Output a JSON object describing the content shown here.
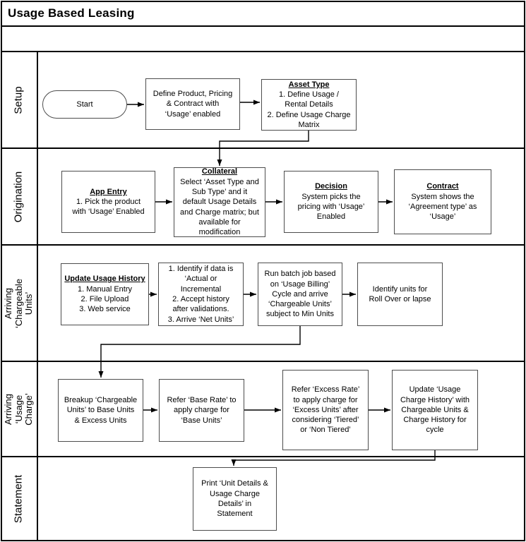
{
  "title": "Usage Based Leasing",
  "colors": {
    "background": "#ffffff",
    "table_border": "#000000",
    "node_border": "#4d4d4d",
    "connector": "#000000",
    "text": "#000000"
  },
  "lanes": [
    {
      "id": "setup",
      "label_lines": [
        "Setup"
      ]
    },
    {
      "id": "origination",
      "label_lines": [
        "Origination"
      ]
    },
    {
      "id": "arriving-chargeable-units",
      "label_lines": [
        "Arriving",
        "‘Chargeable Units’"
      ]
    },
    {
      "id": "arriving-usage-charge",
      "label_lines": [
        "Arriving",
        "‘Usage Charge’"
      ]
    },
    {
      "id": "statement",
      "label_lines": [
        "Statement"
      ]
    }
  ],
  "nodes": {
    "start": {
      "label": "Start"
    },
    "define_product": {
      "lines": [
        "Define Product, Pricing",
        "& Contract with",
        "‘Usage’ enabled"
      ]
    },
    "asset_type": {
      "title": "Asset Type",
      "lines": [
        "1. Define Usage /",
        "Rental Details",
        "2. Define Usage Charge",
        "Matrix"
      ]
    },
    "app_entry": {
      "title": "App Entry",
      "lines": [
        "1. Pick the product",
        "with ‘Usage’ Enabled"
      ]
    },
    "collateral": {
      "title": "Collateral",
      "lines": [
        "Select ‘Asset Type and",
        "Sub Type’ and it",
        "default Usage Details",
        "and Charge matrix; but",
        "available for",
        "modification"
      ]
    },
    "decision": {
      "title": "Decision",
      "lines": [
        "System picks the",
        "pricing with ‘Usage’",
        "Enabled"
      ]
    },
    "contract": {
      "title": "Contract",
      "lines": [
        "System shows the",
        "‘Agreement type’ as",
        "‘Usage’"
      ]
    },
    "update_usage_history": {
      "title": "Update Usage History",
      "lines": [
        "1. Manual Entry",
        "2. File Upload",
        "3. Web service"
      ]
    },
    "identify_data": {
      "lines": [
        "1. Identify if data is",
        "‘Actual or",
        "Incremental",
        "2. Accept history",
        "after validations.",
        "3. Arrive ‘Net Units’"
      ]
    },
    "run_batch": {
      "lines": [
        "Run batch job based",
        "on ‘Usage Billing’",
        "Cycle and arrive",
        "‘Chargeable Units’",
        "subject to Min Units"
      ]
    },
    "identify_units": {
      "lines": [
        "Identify units for",
        "Roll Over or lapse"
      ]
    },
    "breakup": {
      "lines": [
        "Breakup ‘Chargeable",
        "Units’ to Base Units",
        "& Excess Units"
      ]
    },
    "base_rate": {
      "lines": [
        "Refer ‘Base Rate’ to",
        "apply charge for",
        "‘Base Units’"
      ]
    },
    "excess_rate": {
      "lines": [
        "Refer ‘Excess Rate’",
        "to apply charge for",
        "‘Excess Units’ after",
        "considering ‘Tiered’",
        "or ‘Non Tiered’"
      ]
    },
    "update_charge_history": {
      "lines": [
        "Update ‘Usage",
        "Charge History’ with",
        "Chargeable Units &",
        "Charge History for",
        "cycle"
      ]
    },
    "print_statement": {
      "lines": [
        "Print ‘Unit Details &",
        "Usage Charge",
        "Details’ in",
        "Statement"
      ]
    }
  }
}
